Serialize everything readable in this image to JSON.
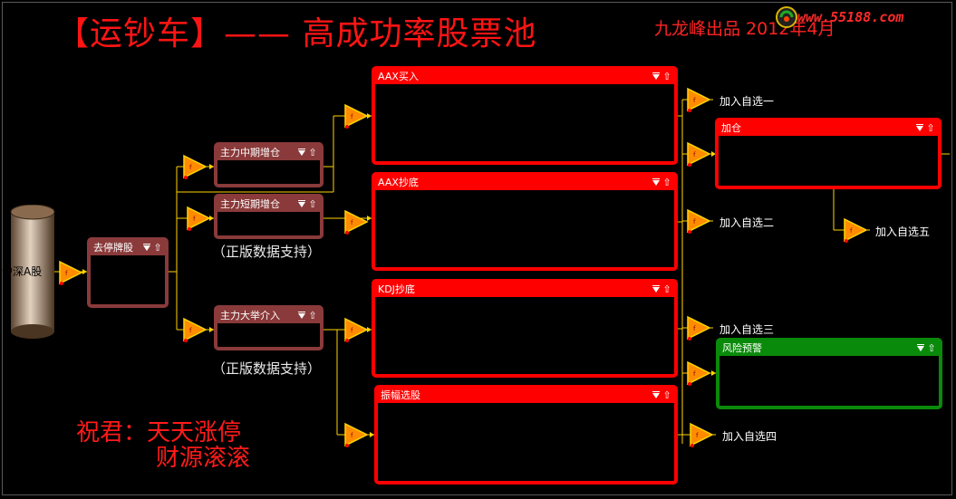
{
  "header": {
    "title": "【运钞车】—— 高成功率股票池",
    "credit": "九龙峰出品 2012年4月",
    "logo_text": "www.55188.com"
  },
  "source": {
    "label": "沪深A股"
  },
  "panels": {
    "p1": {
      "title": "去停牌股"
    },
    "p2": {
      "title": "主力中期增仓"
    },
    "p3": {
      "title": "主力短期增仓"
    },
    "p4": {
      "title": "主力大举介入"
    },
    "p5": {
      "title": "AAX买入"
    },
    "p6": {
      "title": "AAX抄底"
    },
    "p7": {
      "title": "KDJ抄底"
    },
    "p8": {
      "title": "振幅选股"
    },
    "p9": {
      "title": "加仓"
    },
    "p10": {
      "title": "风险预警"
    }
  },
  "notes": {
    "n1": "（正版数据支持）",
    "n2": "（正版数据支持）"
  },
  "targets": {
    "t1": "加入自选一",
    "t2": "加入自选二",
    "t3": "加入自选三",
    "t4": "加入自选四",
    "t5": "加入自选五"
  },
  "blessing": {
    "line1": "祝君：天天涨停",
    "line2": "财源滚滚"
  },
  "colors": {
    "accent": "#ff0000",
    "brown": "#8a3a3a",
    "green": "#0a8a0a",
    "connector": "#ffd400",
    "node": "#ff8c00"
  },
  "icons": [
    "filter-node-icon",
    "dropdown-icon",
    "collapse-icon",
    "logo-icon"
  ]
}
